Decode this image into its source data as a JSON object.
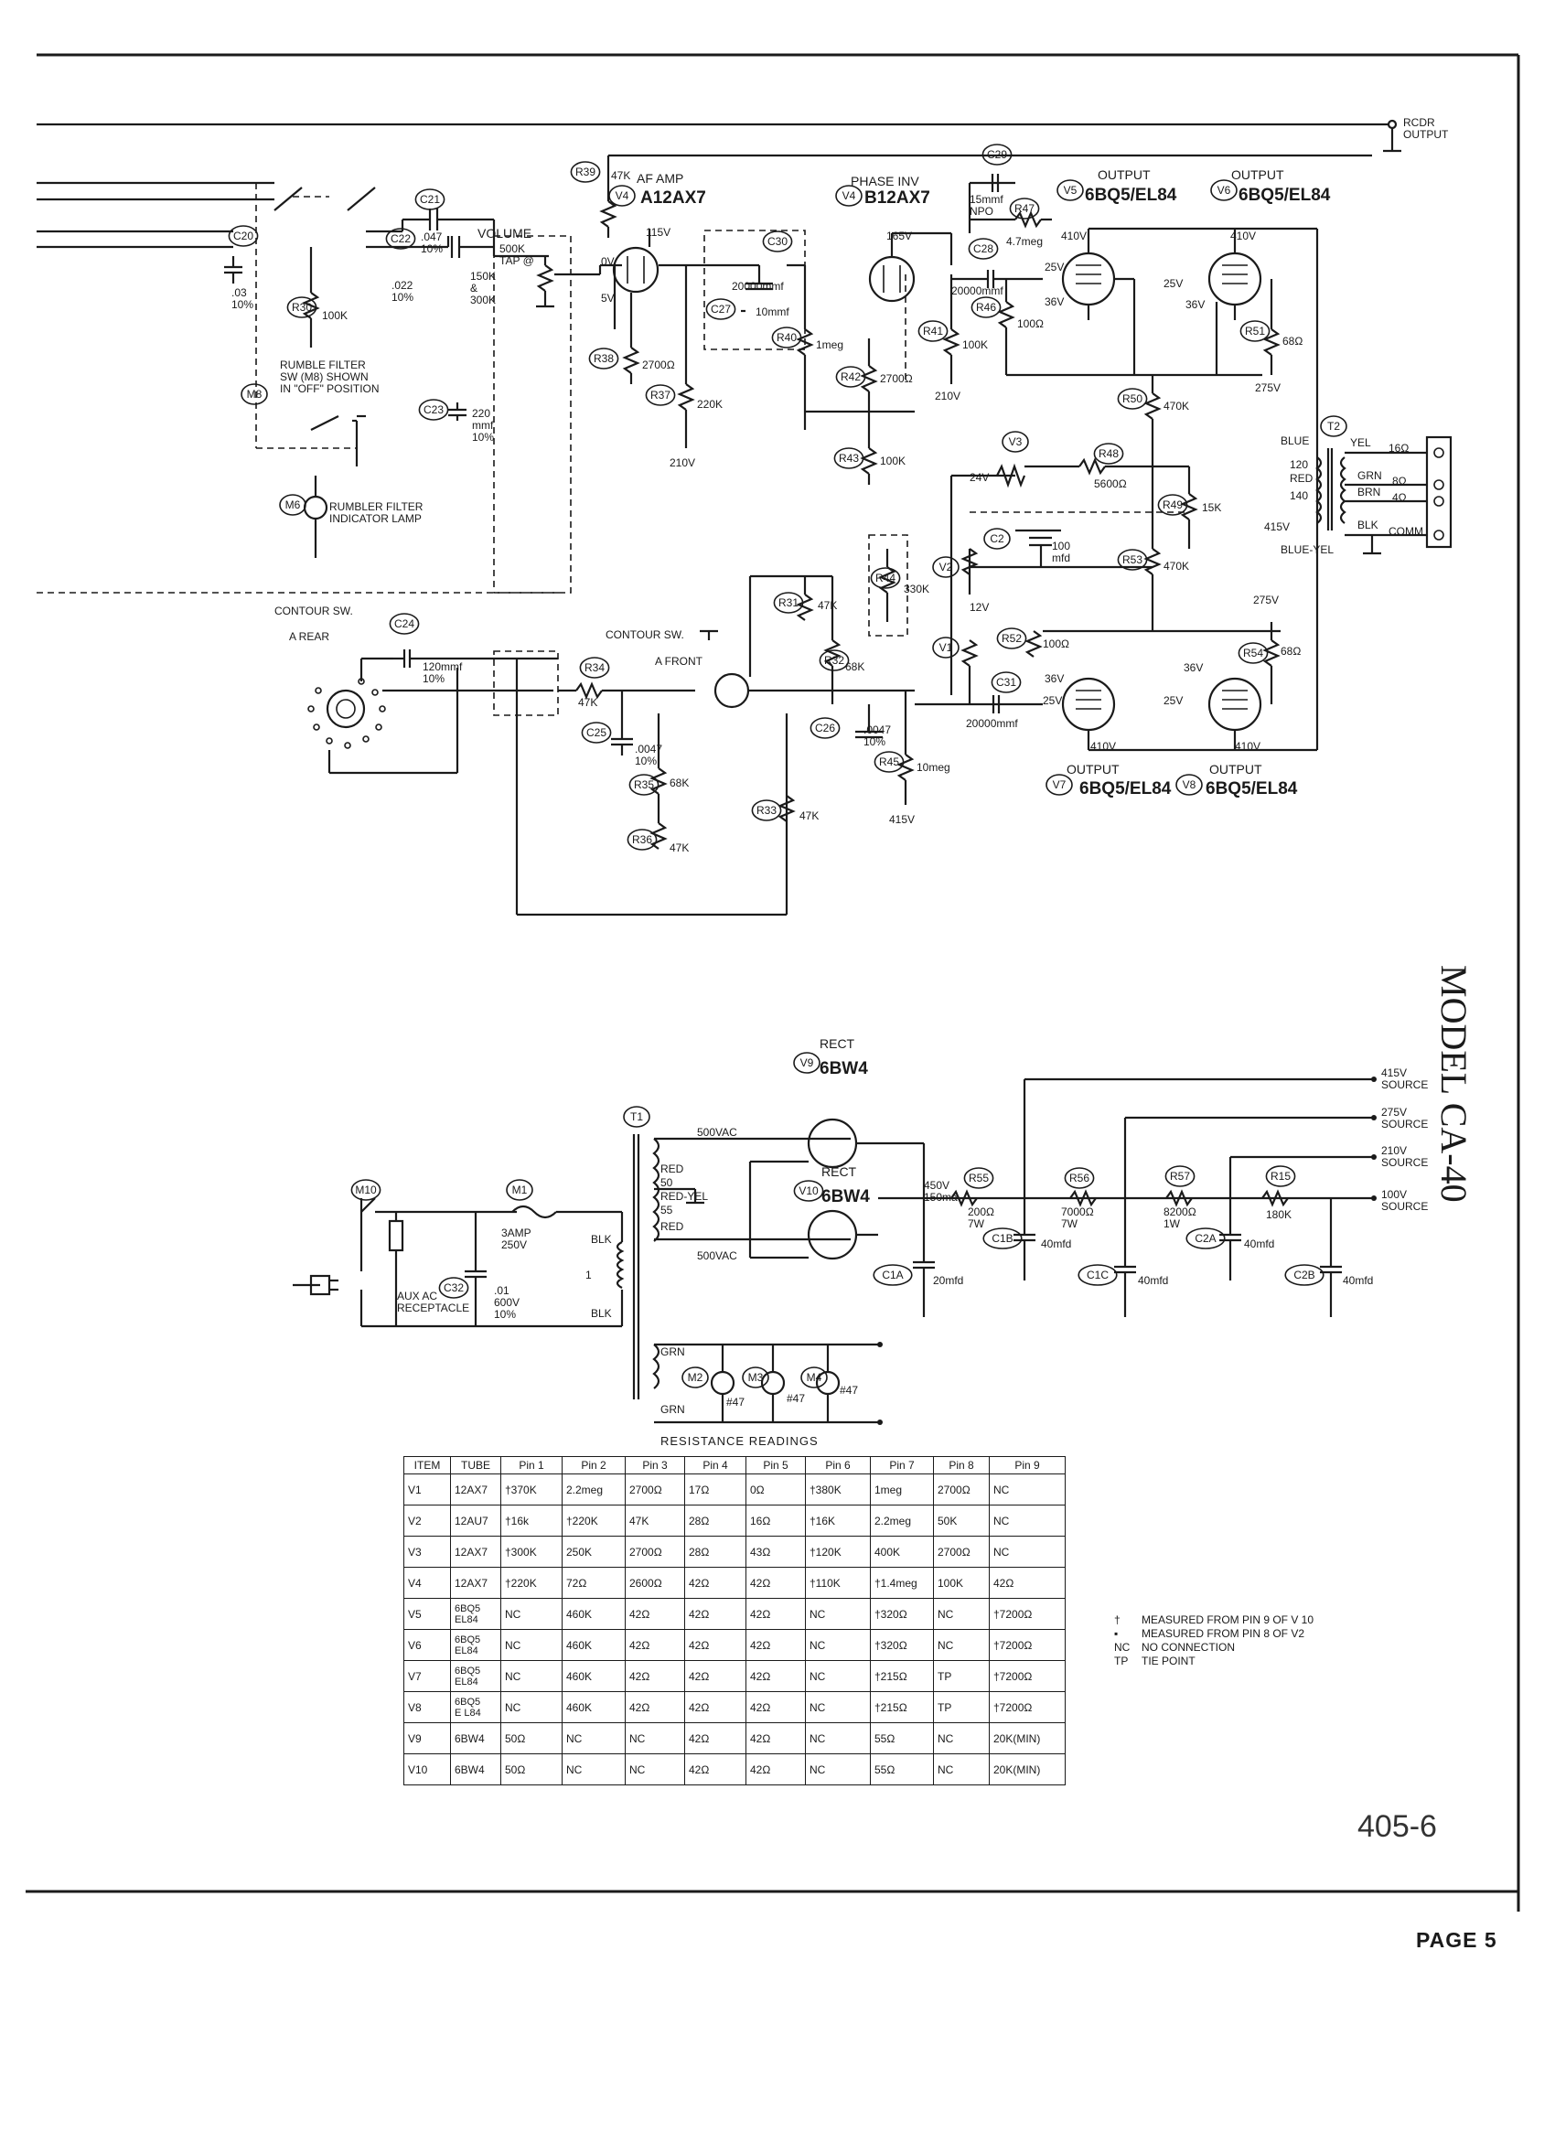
{
  "schematic": {
    "components": [
      {
        "id": "rcdr-output",
        "label": "RCDR\nOUTPUT"
      },
      {
        "id": "c20",
        "ref": "C20",
        "value": ".03\n10%"
      },
      {
        "id": "c21",
        "ref": "C21",
        "value": ".047\n10%"
      },
      {
        "id": "c22",
        "ref": "C22",
        "value": ".022\n10%"
      },
      {
        "id": "c23",
        "ref": "C23",
        "value": "220\nmmf\n10%"
      },
      {
        "id": "r30",
        "ref": "R30",
        "value": "100K"
      },
      {
        "id": "m8",
        "ref": "M8"
      },
      {
        "id": "m6",
        "ref": "M6"
      },
      {
        "id": "volume",
        "ref": "VOLUME",
        "value": "500K\nTAP @"
      },
      {
        "id": "v4",
        "ref": "V4",
        "tube": "A12AX7",
        "function": "AF AMP"
      },
      {
        "id": "v4b",
        "ref": "V4",
        "tube": "B12AX7",
        "function": "PHASE INV"
      },
      {
        "id": "r39",
        "ref": "R39",
        "value": "47K"
      },
      {
        "id": "r38",
        "ref": "R38",
        "value": "2700Ω"
      },
      {
        "id": "r37",
        "ref": "R37",
        "value": "220K"
      },
      {
        "id": "c27",
        "ref": "C27",
        "value": "10mmf"
      },
      {
        "id": "c30",
        "ref": "C30",
        "value": "20000mmf"
      },
      {
        "id": "r40",
        "ref": "R40",
        "value": "1meg"
      },
      {
        "id": "r42",
        "ref": "R42",
        "value": "2700Ω"
      },
      {
        "id": "r43",
        "ref": "R43",
        "value": "100K"
      },
      {
        "id": "r41",
        "ref": "R41",
        "value": "100K"
      },
      {
        "id": "c29",
        "ref": "C29",
        "value": "15mmf\nNPO"
      },
      {
        "id": "r47",
        "ref": "R47",
        "value": "4.7meg"
      },
      {
        "id": "c28",
        "ref": "C28",
        "value": "20000mmf"
      },
      {
        "id": "r46",
        "ref": "R46",
        "value": "100Ω"
      },
      {
        "id": "v5",
        "ref": "V5",
        "tube": "6BQ5/EL84",
        "function": "OUTPUT"
      },
      {
        "id": "v6",
        "ref": "V6",
        "tube": "6BQ5/EL84",
        "function": "OUTPUT"
      },
      {
        "id": "r51",
        "ref": "R51",
        "value": "68Ω"
      },
      {
        "id": "r50",
        "ref": "R50",
        "value": "470K"
      },
      {
        "id": "v3",
        "ref": "V3"
      },
      {
        "id": "r48",
        "ref": "R48",
        "value": "5600Ω"
      },
      {
        "id": "r49",
        "ref": "R49",
        "value": "15K"
      },
      {
        "id": "c2",
        "ref": "C2",
        "value": "100\nmfd"
      },
      {
        "id": "r53",
        "ref": "R53",
        "value": "470K"
      },
      {
        "id": "t2",
        "ref": "T2"
      },
      {
        "id": "r44",
        "ref": "R44",
        "value": "330K"
      },
      {
        "id": "v2",
        "ref": "V2"
      },
      {
        "id": "v1",
        "ref": "V1"
      },
      {
        "id": "r52",
        "ref": "R52",
        "value": "100Ω"
      },
      {
        "id": "c31",
        "ref": "C31",
        "value": "20000mmf"
      },
      {
        "id": "v7",
        "ref": "V7",
        "tube": "6BQ5/EL84",
        "function": "OUTPUT"
      },
      {
        "id": "v8",
        "ref": "V8",
        "tube": "6BQ5/EL84",
        "function": "OUTPUT"
      },
      {
        "id": "r54",
        "ref": "R54",
        "value": "68Ω"
      },
      {
        "id": "c24",
        "ref": "C24",
        "value": "120mmf\n10%"
      },
      {
        "id": "r34",
        "ref": "R34",
        "value": "47K"
      },
      {
        "id": "c25",
        "ref": "C25",
        "value": ".0047\n10%"
      },
      {
        "id": "r35",
        "ref": "R35",
        "value": "68K"
      },
      {
        "id": "r36",
        "ref": "R36",
        "value": "47K"
      },
      {
        "id": "r31",
        "ref": "R31",
        "value": "47K"
      },
      {
        "id": "r32",
        "ref": "R32",
        "value": "68K"
      },
      {
        "id": "r33",
        "ref": "R33",
        "value": "47K"
      },
      {
        "id": "c26",
        "ref": "C26",
        "value": ".0047\n10%"
      },
      {
        "id": "r45",
        "ref": "R45",
        "value": "10meg"
      },
      {
        "id": "v9",
        "ref": "V9",
        "tube": "6BW4",
        "function": "RECT"
      },
      {
        "id": "v10",
        "ref": "V10",
        "tube": "6BW4",
        "function": "RECT"
      },
      {
        "id": "t1",
        "ref": "T1"
      },
      {
        "id": "m10",
        "ref": "M10"
      },
      {
        "id": "m1",
        "ref": "M1",
        "value": "3AMP\n250V"
      },
      {
        "id": "c32",
        "ref": "C32",
        "value": ".01\n600V\n10%"
      },
      {
        "id": "r55",
        "ref": "R55",
        "value": "200Ω\n7W"
      },
      {
        "id": "r56",
        "ref": "R56",
        "value": "7000Ω\n7W"
      },
      {
        "id": "r57",
        "ref": "R57",
        "value": "8200Ω\n1W"
      },
      {
        "id": "r15",
        "ref": "R15",
        "value": "180K"
      },
      {
        "id": "c1a",
        "ref": "C1",
        "section": "A",
        "value": "20mfd"
      },
      {
        "id": "c1b",
        "ref": "C1",
        "section": "B",
        "value": "40mfd"
      },
      {
        "id": "c1c",
        "ref": "C1",
        "section": "C",
        "value": "40mfd"
      },
      {
        "id": "c2a",
        "ref": "C2",
        "section": "A",
        "value": "40mfd"
      },
      {
        "id": "c2b",
        "ref": "C2",
        "section": "B",
        "value": "40mfd"
      },
      {
        "id": "m2",
        "ref": "M2",
        "value": "#47"
      },
      {
        "id": "m3",
        "ref": "M3",
        "value": "#47"
      },
      {
        "id": "m4",
        "ref": "M4",
        "value": "#47"
      }
    ],
    "labels": {
      "rumble_filter": "RUMBLE FILTER\nSW (M8) SHOWN\nIN \"OFF\" POSITION",
      "rumble_lamp": "RUMBLER FILTER\nINDICATOR LAMP",
      "contour_sw_rear": "CONTOUR SW.",
      "contour_rear": "A REAR",
      "contour_sw_front": "CONTOUR SW.",
      "contour_front": "A FRONT",
      "aux_ac": "AUX AC\nRECEPTACLE",
      "vol_150k": "150K\n&\n300K",
      "source_415": "415V\nSOURCE",
      "source_275": "275V\nSOURCE",
      "source_210": "210V\nSOURCE",
      "source_100": "100V\nSOURCE",
      "t1_500vac_top": "500VAC",
      "t1_500vac_bot": "500VAC",
      "t1_red": "RED",
      "t1_50": "50",
      "t1_redyel": "RED-YEL",
      "t1_55": "55",
      "t1_red2": "RED",
      "t1_blk1": "BLK",
      "t1_1": "1",
      "t1_blk2": "BLK",
      "t1_grn1": "GRN",
      "t1_grn2": "GRN",
      "v450": "450V\n150ma",
      "t2_blue": "BLUE",
      "t2_120": "120",
      "t2_red": "RED",
      "t2_140": "140",
      "t2_415": "415V",
      "t2_blueyel": "BLUE-YEL",
      "t2_yel": "YEL",
      "t2_grn": "GRN",
      "t2_brn": "BRN",
      "t2_blk": "BLK",
      "t2_16": "16Ω",
      "t2_8": "8Ω",
      "t2_4": "4Ω",
      "t2_comm": "COMM"
    },
    "voltages": {
      "v0": "0V",
      "v5": "5V",
      "v115": "115V",
      "v165": "165V",
      "v210a": "210V",
      "v210b": "210V",
      "v410a": "410V",
      "v410b": "410V",
      "v410c": "410V",
      "v410d": "410V",
      "v25a": "25V",
      "v25b": "25V",
      "v25c": "25V",
      "v25d": "25V",
      "v36a": "36V",
      "v36b": "36V",
      "v36c": "36V",
      "v36d": "36V",
      "v275a": "275V",
      "v275b": "275V",
      "v24": "24V",
      "v12": "12V",
      "v415": "415V"
    }
  },
  "resistance_readings": {
    "title": "RESISTANCE READINGS",
    "columns": [
      "ITEM",
      "TUBE",
      "Pin 1",
      "Pin 2",
      "Pin 3",
      "Pin 4",
      "Pin 5",
      "Pin 6",
      "Pin 7",
      "Pin 8",
      "Pin 9"
    ],
    "rows": [
      [
        "V1",
        "12AX7",
        "†370K",
        "2.2meg",
        "2700Ω",
        "17Ω",
        "0Ω",
        "†380K",
        "1meg",
        "2700Ω",
        "NC"
      ],
      [
        "V2",
        "12AU7",
        "†16k",
        "†220K",
        "47K",
        "28Ω",
        "16Ω",
        "†16K",
        "2.2meg",
        "50K",
        "NC"
      ],
      [
        "V3",
        "12AX7",
        "†300K",
        "250K",
        "2700Ω",
        "28Ω",
        "43Ω",
        "†120K",
        "400K",
        "2700Ω",
        "NC"
      ],
      [
        "V4",
        "12AX7",
        "†220K",
        "72Ω",
        "2600Ω",
        "42Ω",
        "42Ω",
        "†110K",
        "†1.4meg",
        "100K",
        "42Ω"
      ],
      [
        "V5",
        "6BQ5\nEL84",
        "NC",
        "460K",
        "42Ω",
        "42Ω",
        "42Ω",
        "NC",
        "†320Ω",
        "NC",
        "†7200Ω"
      ],
      [
        "V6",
        "6BQ5\nEL84",
        "NC",
        "460K",
        "42Ω",
        "42Ω",
        "42Ω",
        "NC",
        "†320Ω",
        "NC",
        "†7200Ω"
      ],
      [
        "V7",
        "6BQ5\nEL84",
        "NC",
        "460K",
        "42Ω",
        "42Ω",
        "42Ω",
        "NC",
        "†215Ω",
        "TP",
        "†7200Ω"
      ],
      [
        "V8",
        "6BQ5\nE L84",
        "NC",
        "460K",
        "42Ω",
        "42Ω",
        "42Ω",
        "NC",
        "†215Ω",
        "TP",
        "†7200Ω"
      ],
      [
        "V9",
        "6BW4",
        "50Ω",
        "NC",
        "NC",
        "42Ω",
        "42Ω",
        "NC",
        "55Ω",
        "NC",
        "20K(MIN)"
      ],
      [
        "V10",
        "6BW4",
        "50Ω",
        "NC",
        "NC",
        "42Ω",
        "42Ω",
        "NC",
        "55Ω",
        "NC",
        "20K(MIN)"
      ]
    ]
  },
  "legend": [
    {
      "symbol": "†",
      "text": "MEASURED FROM PIN 9 OF V 10"
    },
    {
      "symbol": "▪",
      "text": "MEASURED FROM PIN 8 OF V2"
    },
    {
      "symbol": "NC",
      "text": "NO CONNECTION"
    },
    {
      "symbol": "TP",
      "text": "TIE POINT"
    }
  ],
  "doc_number": "405-6",
  "page_label": "PAGE 5",
  "side_title": "MODEL CA-40"
}
